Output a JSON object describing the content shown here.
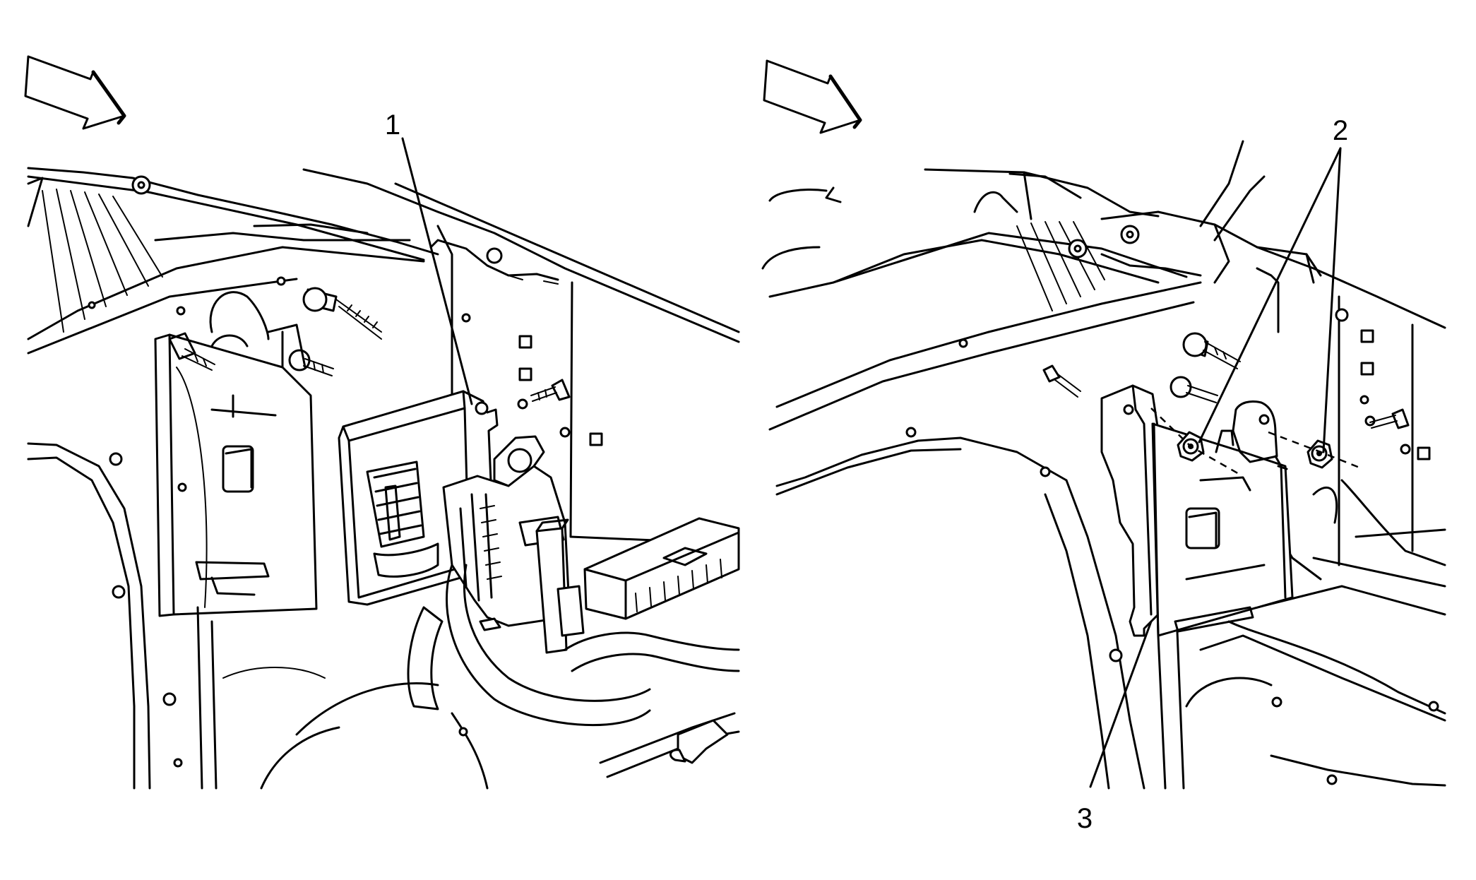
{
  "callouts": [
    {
      "id": "1",
      "label": "1"
    },
    {
      "id": "2",
      "label": "2"
    },
    {
      "id": "3",
      "label": "3"
    }
  ],
  "colors": {
    "line": "#000000",
    "background": "#ffffff"
  },
  "icons": {
    "view_direction": "view-direction-arrow-icon"
  }
}
